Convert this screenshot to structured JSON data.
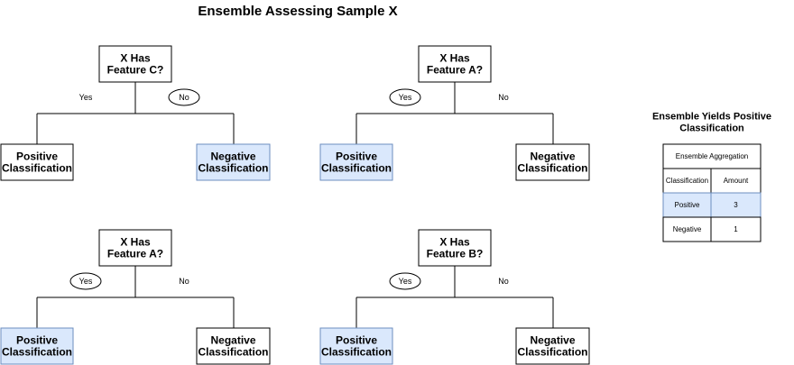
{
  "title": "Ensemble Assessing Sample X",
  "colors": {
    "highlight_fill": "#dae8fc",
    "highlight_stroke": "#6c8ebf",
    "line": "#000000",
    "background": "#ffffff"
  },
  "trees": [
    {
      "question": [
        "X Has",
        "Feature C?"
      ],
      "yes_label": "Yes",
      "no_label": "No",
      "circled": "no",
      "left_leaf": [
        "Positive",
        "Classification"
      ],
      "right_leaf": [
        "Negative",
        "Classification"
      ],
      "highlighted": "right"
    },
    {
      "question": [
        "X Has",
        "Feature A?"
      ],
      "yes_label": "Yes",
      "no_label": "No",
      "circled": "yes",
      "left_leaf": [
        "Positive",
        "Classification"
      ],
      "right_leaf": [
        "Negative",
        "Classification"
      ],
      "highlighted": "left"
    },
    {
      "question": [
        "X Has",
        "Feature A?"
      ],
      "yes_label": "Yes",
      "no_label": "No",
      "circled": "yes",
      "left_leaf": [
        "Positive",
        "Classification"
      ],
      "right_leaf": [
        "Negative",
        "Classification"
      ],
      "highlighted": "left"
    },
    {
      "question": [
        "X Has",
        "Feature B?"
      ],
      "yes_label": "Yes",
      "no_label": "No",
      "circled": "yes",
      "left_leaf": [
        "Positive",
        "Classification"
      ],
      "right_leaf": [
        "Negative",
        "Classification"
      ],
      "highlighted": "left"
    }
  ],
  "summary": {
    "title": [
      "Ensemble Yields Positive",
      "Classification"
    ],
    "table_header": "Ensemble Aggregation",
    "columns": [
      "Classification",
      "Amount"
    ],
    "rows": [
      {
        "classification": "Positive",
        "amount": "3",
        "highlighted": true
      },
      {
        "classification": "Negative",
        "amount": "1",
        "highlighted": false
      }
    ]
  }
}
